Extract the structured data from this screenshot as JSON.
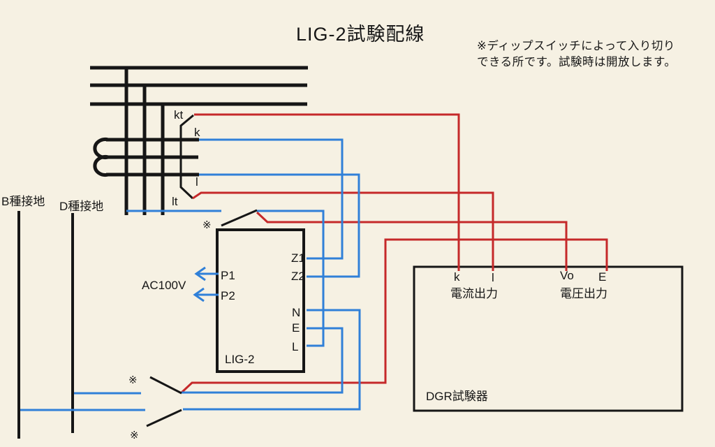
{
  "title": "LIG-2試験配線",
  "note": "※ディップスイッチによって入り切りできる所です。試験時は開放します。",
  "colors": {
    "background": "#f6f1e3",
    "line_black": "#161616",
    "wire_red": "#c5292a",
    "wire_blue": "#3080d8"
  },
  "labels": {
    "ground_b": "B種接地",
    "ground_d": "D種接地",
    "switch_mark_top": "※",
    "switch_mark_bottom1": "※",
    "switch_mark_bottom2": "※",
    "ac_supply": "AC100V",
    "zct": {
      "kt": "kt",
      "k": "k",
      "l": "l",
      "lt": "lt"
    },
    "lig2": {
      "name": "LIG-2",
      "p1": "P1",
      "p2": "P2",
      "z1": "Z1",
      "z2": "Z2",
      "n": "N",
      "e": "E",
      "l": "L"
    },
    "dgr": {
      "name": "DGR試験器",
      "k": "k",
      "l": "l",
      "vo": "Vo",
      "e": "E",
      "current_output": "電流出力",
      "voltage_output": "電圧出力"
    }
  }
}
